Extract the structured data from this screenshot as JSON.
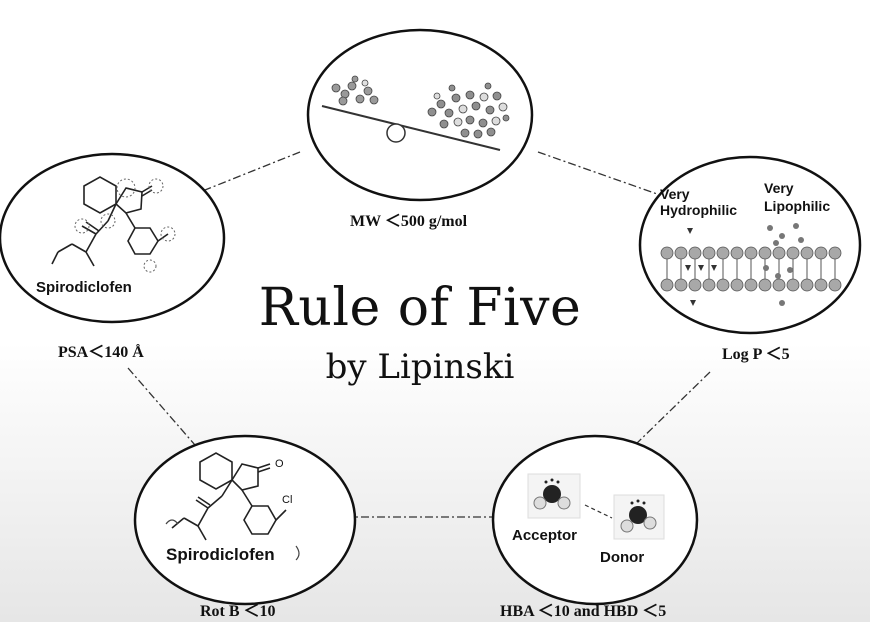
{
  "diagram": {
    "title": "Rule of Five",
    "subtitle": "by Lipinski",
    "nodes": {
      "mw": {
        "criterion": "MW ＜500 g/mol"
      },
      "logp": {
        "criterion": "Log P ＜5",
        "left_label_line1": "Very",
        "left_label_line2": "Hydrophilic",
        "right_label_line1": "Very",
        "right_label_line2": "Lipophilic"
      },
      "psa": {
        "criterion": "PSA＜140 Å",
        "molecule_name": "Spirodiclofen"
      },
      "rotb": {
        "criterion": "Rot B ＜10",
        "molecule_name": "Spirodiclofen",
        "atom_cl": "Cl",
        "atom_o": "O"
      },
      "hb": {
        "criterion": "HBA ＜10 and HBD ＜5",
        "acceptor_label": "Acceptor",
        "donor_label": "Donor"
      }
    }
  }
}
